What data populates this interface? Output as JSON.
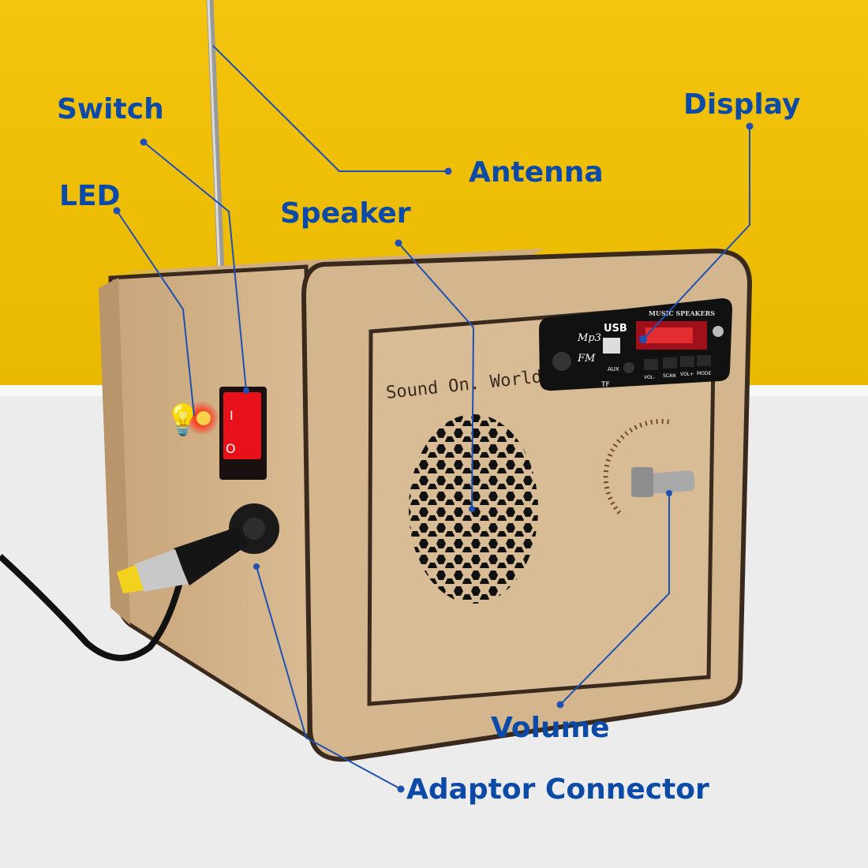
{
  "colors": {
    "background_wall": "#f2c10c",
    "table": "#ececec",
    "wood": "#d2b48c",
    "label": "#0b4aa6",
    "leader_line": "#1f50b2",
    "led": "#ff2a1a",
    "switch": "#e8101a"
  },
  "labels": {
    "switch": "Switch",
    "led": "LED",
    "antenna": "Antenna",
    "display": "Display",
    "speaker": "Speaker",
    "volume": "Volume",
    "adaptor": "Adaptor Connector"
  },
  "product": {
    "engraving": "Sound On. World Off",
    "switch_on": "I",
    "switch_off": "O",
    "module": {
      "mp3": "Mp3",
      "fm": "FM",
      "usb": "USB",
      "brand": "MUSIC SPEAKERS",
      "tf": "TF",
      "aux": "AUX",
      "buttons": [
        "VOL-",
        "SCAN",
        "VOL+",
        "MODE"
      ]
    }
  }
}
